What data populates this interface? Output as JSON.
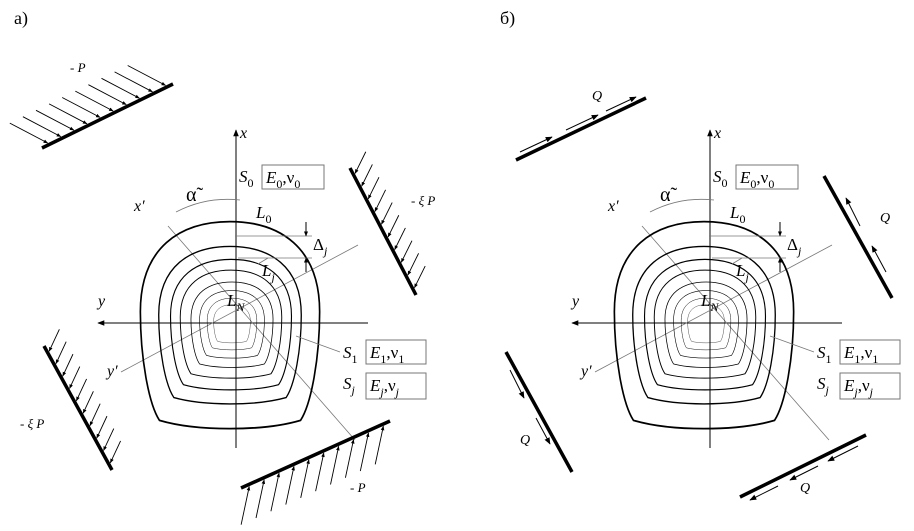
{
  "panels": [
    {
      "id": "a",
      "label": "а)",
      "axes": {
        "x": "x",
        "y": "y",
        "x_rot": "x′",
        "y_rot": "y′",
        "angle": "α̃"
      },
      "contours": {
        "outer": "L",
        "outer_sub": "0",
        "inner": "L",
        "inner_sub": "j",
        "core": "L",
        "core_sub": "N"
      },
      "delta": {
        "sym": "Δ",
        "sub": "j"
      },
      "regions": [
        {
          "S": "S",
          "S_sub": "0",
          "E": "E",
          "E_sub": "0",
          "nu": "ν",
          "nu_sub": "0"
        },
        {
          "S": "S",
          "S_sub": "1",
          "E": "E",
          "E_sub": "1",
          "nu": "ν",
          "nu_sub": "1"
        },
        {
          "S": "S",
          "S_sub": "j",
          "E": "E",
          "E_sub": "j",
          "nu": "ν",
          "nu_sub": "j"
        }
      ],
      "loads": [
        "- P",
        "- ξ P",
        "- ξ P",
        "- P"
      ]
    },
    {
      "id": "b",
      "label": "б)",
      "axes": {
        "x": "x",
        "y": "y",
        "x_rot": "x′",
        "y_rot": "y′",
        "angle": "α̃"
      },
      "contours": {
        "outer": "L",
        "outer_sub": "0",
        "inner": "L",
        "inner_sub": "j",
        "core": "L",
        "core_sub": "N"
      },
      "delta": {
        "sym": "Δ",
        "sub": "j"
      },
      "regions": [
        {
          "S": "S",
          "S_sub": "0",
          "E": "E",
          "E_sub": "0",
          "nu": "ν",
          "nu_sub": "0"
        },
        {
          "S": "S",
          "S_sub": "1",
          "E": "E",
          "E_sub": "1",
          "nu": "ν",
          "nu_sub": "1"
        },
        {
          "S": "S",
          "S_sub": "j",
          "E": "E",
          "E_sub": "j",
          "nu": "ν",
          "nu_sub": "j"
        }
      ],
      "loads": [
        "Q",
        "Q",
        "Q",
        "Q"
      ]
    }
  ]
}
